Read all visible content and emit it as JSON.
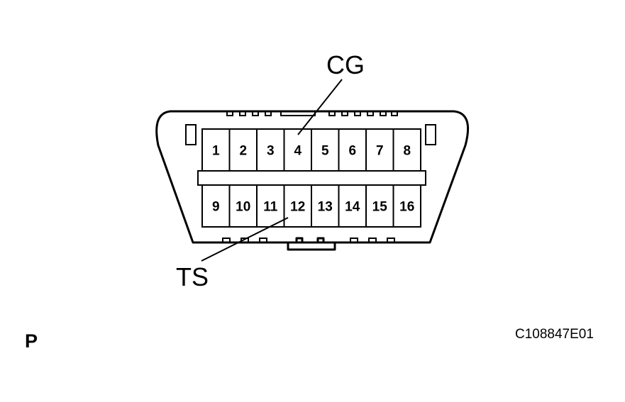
{
  "connector": {
    "top_row_pins": [
      "1",
      "2",
      "3",
      "4",
      "5",
      "6",
      "7",
      "8"
    ],
    "bottom_row_pins": [
      "9",
      "10",
      "11",
      "12",
      "13",
      "14",
      "15",
      "16"
    ]
  },
  "callouts": {
    "cg": "CG",
    "ts": "TS"
  },
  "corner_letter": "P",
  "figure_code": "C108847E01"
}
